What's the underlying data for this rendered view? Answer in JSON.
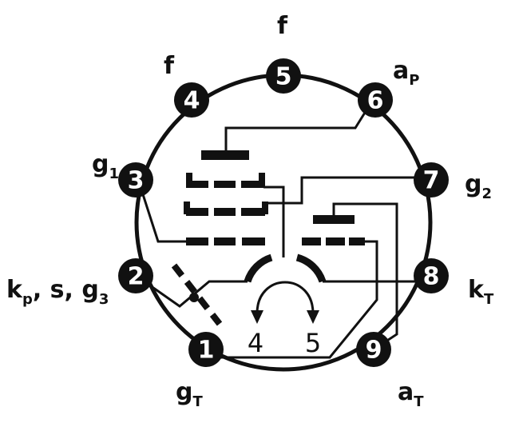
{
  "title": "Tube base pin diagram (9-pin)",
  "pins": [
    {
      "num": "1",
      "label": "g",
      "sub": "T"
    },
    {
      "num": "2",
      "label": "k",
      "sub": "p",
      "extra": ", s, g",
      "extra_sub": "3"
    },
    {
      "num": "3",
      "label": "g",
      "sub": "1"
    },
    {
      "num": "4",
      "label": "f",
      "sub": ""
    },
    {
      "num": "5",
      "label": "f",
      "sub": ""
    },
    {
      "num": "6",
      "label": "a",
      "sub": "P"
    },
    {
      "num": "7",
      "label": "g",
      "sub": "2"
    },
    {
      "num": "8",
      "label": "k",
      "sub": "T"
    },
    {
      "num": "9",
      "label": "a",
      "sub": "T"
    }
  ],
  "heater_labels": [
    "4",
    "5"
  ],
  "colors": {
    "ink": "#111111",
    "paper": "#ffffff"
  }
}
